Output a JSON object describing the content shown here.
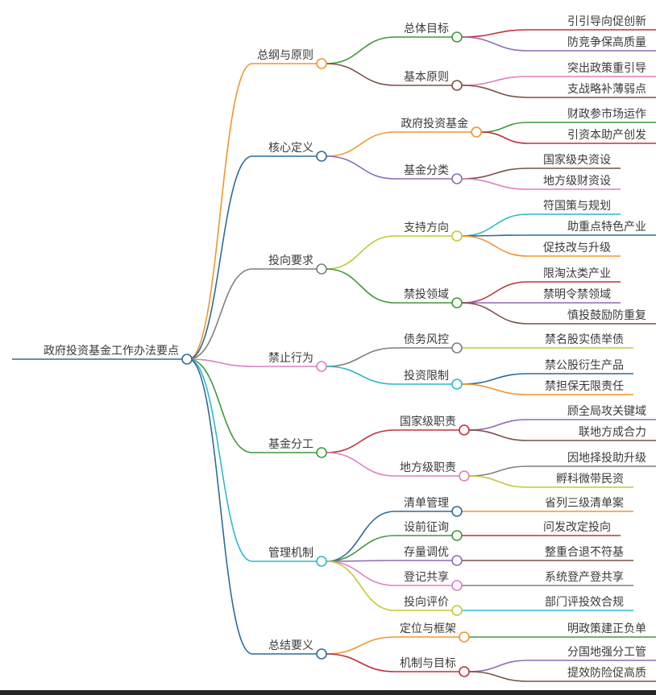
{
  "root": {
    "label": "政府投资基金工作办法要点",
    "color": "#2e6c99",
    "children": [
      {
        "label": "总纲与原则",
        "color": "#f0962f",
        "children": [
          {
            "label": "总体目标",
            "color": "#3f9a3a",
            "children": [
              {
                "label": "引引导向促创新",
                "color": "#c0303c"
              },
              {
                "label": "防竞争保高质量",
                "color": "#8e6bb5"
              }
            ]
          },
          {
            "label": "基本原则",
            "color": "#7a5146",
            "children": [
              {
                "label": "突出政策重引导",
                "color": "#dc7fc4"
              },
              {
                "label": "支战略补薄弱点",
                "color": "#7a5146"
              }
            ]
          }
        ]
      },
      {
        "label": "核心定义",
        "color": "#2e6c99",
        "children": [
          {
            "label": "政府投资基金",
            "color": "#f0962f",
            "children": [
              {
                "label": "财政参市场运作",
                "color": "#3f9a3a"
              },
              {
                "label": "引资本助产创发",
                "color": "#c0303c"
              }
            ]
          },
          {
            "label": "基金分类",
            "color": "#8e6bb5",
            "children": [
              {
                "label": "国家级央资设",
                "color": "#7a5146"
              },
              {
                "label": "地方级财资设",
                "color": "#dc7fc4"
              }
            ]
          }
        ]
      },
      {
        "label": "投向要求",
        "color": "#7f7f7f",
        "children": [
          {
            "label": "支持方向",
            "color": "#c4c93a",
            "children": [
              {
                "label": "符国策与规划",
                "color": "#2fb9c9"
              },
              {
                "label": "助重点特色产业",
                "color": "#2e6c99"
              },
              {
                "label": "促技改与升级",
                "color": "#f0962f"
              }
            ]
          },
          {
            "label": "禁投领域",
            "color": "#3f9a3a",
            "children": [
              {
                "label": "限淘汰类产业",
                "color": "#c0303c"
              },
              {
                "label": "禁明令禁领域",
                "color": "#8e6bb5"
              },
              {
                "label": "慎投鼓励防重复",
                "color": "#7a5146"
              }
            ]
          }
        ]
      },
      {
        "label": "禁止行为",
        "color": "#dc7fc4",
        "children": [
          {
            "label": "债务风控",
            "color": "#7f7f7f",
            "children": [
              {
                "label": "禁名股实债举债",
                "color": "#c4c93a"
              }
            ]
          },
          {
            "label": "投资限制",
            "color": "#2fb9c9",
            "children": [
              {
                "label": "禁公股衍生产品",
                "color": "#2e6c99"
              },
              {
                "label": "禁担保无限责任",
                "color": "#f0962f"
              }
            ]
          }
        ]
      },
      {
        "label": "基金分工",
        "color": "#3f9a3a",
        "children": [
          {
            "label": "国家级职责",
            "color": "#c0303c",
            "children": [
              {
                "label": "顾全局攻关键域",
                "color": "#8e6bb5"
              },
              {
                "label": "联地方成合力",
                "color": "#7a5146"
              }
            ]
          },
          {
            "label": "地方级职责",
            "color": "#dc7fc4",
            "children": [
              {
                "label": "因地择投助升级",
                "color": "#7f7f7f"
              },
              {
                "label": "孵科微带民资",
                "color": "#c4c93a"
              }
            ]
          }
        ]
      },
      {
        "label": "管理机制",
        "color": "#2fb9c9",
        "children": [
          {
            "label": "清单管理",
            "color": "#2e6c99",
            "children": [
              {
                "label": "省列三级清单案",
                "color": "#f0962f"
              }
            ]
          },
          {
            "label": "设前征询",
            "color": "#3f9a3a",
            "children": [
              {
                "label": "问发改定投向",
                "color": "#c0303c"
              }
            ]
          },
          {
            "label": "存量调优",
            "color": "#8e6bb5",
            "children": [
              {
                "label": "整重合退不符基",
                "color": "#7a5146"
              }
            ]
          },
          {
            "label": "登记共享",
            "color": "#dc7fc4",
            "children": [
              {
                "label": "系统登产登共享",
                "color": "#7f7f7f"
              }
            ]
          },
          {
            "label": "投向评价",
            "color": "#c4c93a",
            "children": [
              {
                "label": "部门评投效合规",
                "color": "#2fb9c9"
              }
            ]
          }
        ]
      },
      {
        "label": "总结要义",
        "color": "#2e6c99",
        "children": [
          {
            "label": "定位与框架",
            "color": "#f0962f",
            "children": [
              {
                "label": "明政策建正负单",
                "color": "#3f9a3a"
              }
            ]
          },
          {
            "label": "机制与目标",
            "color": "#c0303c",
            "children": [
              {
                "label": "分国地强分工管",
                "color": "#8e6bb5"
              },
              {
                "label": "提效防险促高质",
                "color": "#7a5146"
              }
            ]
          }
        ]
      }
    ]
  }
}
